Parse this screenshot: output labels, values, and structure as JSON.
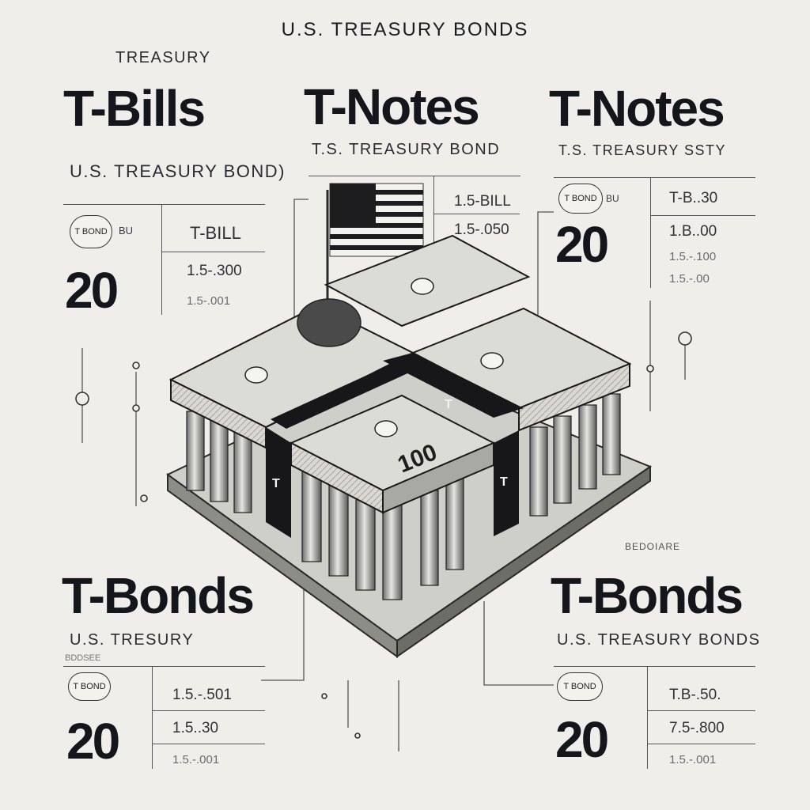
{
  "header": {
    "title": "U.S. TREASURY BONDS"
  },
  "panels": {
    "tbills": {
      "kicker": "TREASURY",
      "title": "T-Bills",
      "subtitle": "U.S. TREASURY BOND)",
      "pill": "T BOND",
      "pill_side": "BU",
      "label": "T-BILL",
      "number": "20",
      "value1": "1.5-.300",
      "value2": "1.5-.001"
    },
    "tnotes_center": {
      "title": "T-Notes",
      "subtitle": "T.S. TREASURY BOND",
      "value1": "1.5-BILL",
      "value2": "1.5-.050"
    },
    "tnotes_right": {
      "title": "T-Notes",
      "subtitle": "T.S. TREASURY SSTY",
      "pill": "T BOND",
      "number": "20",
      "value1": "T-B..30",
      "value2": "1.B..00",
      "value3": "1.5.-.100",
      "value4": "1.5.-.00"
    },
    "tbonds_left": {
      "title": "T-Bonds",
      "subtitle": "U.S. TRESURY",
      "small": "BDDSEE",
      "pill": "T BOND",
      "number": "20",
      "value1": "1.5.-.501",
      "value2": "1.5..30",
      "value3": "1.5.-.001"
    },
    "tbonds_right": {
      "kicker": "BEDOIARE",
      "title": "T-Bonds",
      "subtitle": "U.S. TREASURY BONDS",
      "pill": "T BOND",
      "number": "20",
      "value1": "T.B-.50.",
      "value2": "7.5-.800",
      "value3": "1.5.-.001"
    }
  },
  "illustration": {
    "caption": "stack of dollar bills shaped as a columned government building with a U.S. flag",
    "band_letters": [
      "T",
      "T",
      "T"
    ],
    "bill_number": "100"
  }
}
